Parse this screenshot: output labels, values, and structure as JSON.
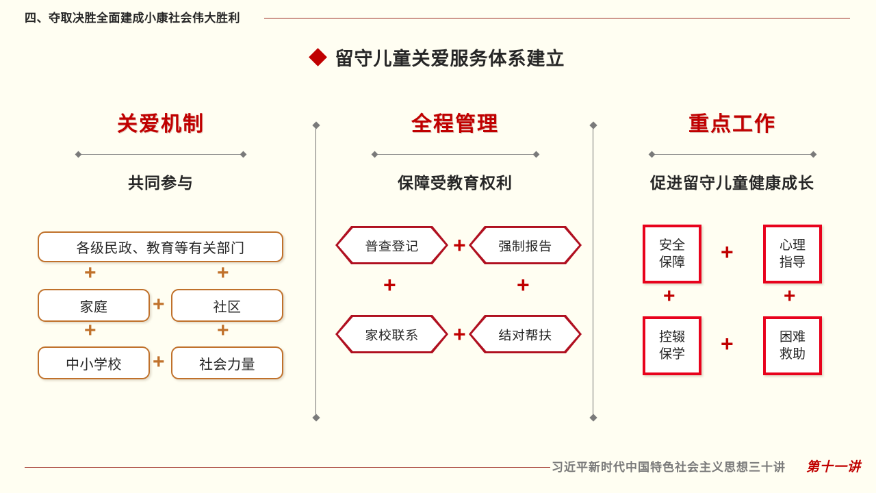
{
  "header": {
    "section_title": "四、夺取决胜全面建成小康社会伟大胜利",
    "rule_color": "#9c2b22"
  },
  "slide": {
    "bullet": "diamond-bullet",
    "title": "留守儿童关爱服务体系建立",
    "background_color": "#fffef2",
    "accent_red": "#c00000",
    "accent_orange": "#c0712b"
  },
  "columns": [
    {
      "title": "关爱机制",
      "subtitle": "共同参与",
      "shape": "rounded-box",
      "border_color": "#c0712b",
      "plus_color": "#c0712b",
      "plus_symbol": "+",
      "boxes": [
        {
          "label": "各级民政、教育等有关部门"
        },
        {
          "label": "家庭"
        },
        {
          "label": "社区"
        },
        {
          "label": "中小学校"
        },
        {
          "label": "社会力量"
        }
      ]
    },
    {
      "title": "全程管理",
      "subtitle": "保障受教育权利",
      "shape": "hexagon",
      "border_color": "#b01020",
      "plus_color": "#c00000",
      "plus_symbol": "+",
      "boxes": [
        {
          "label": "普查登记"
        },
        {
          "label": "强制报告"
        },
        {
          "label": "家校联系"
        },
        {
          "label": "结对帮扶"
        }
      ]
    },
    {
      "title": "重点工作",
      "subtitle": "促进留守儿童健康成长",
      "shape": "square",
      "border_color": "#e8021c",
      "plus_color": "#c00000",
      "plus_symbol": "+",
      "boxes": [
        {
          "line1": "安全",
          "line2": "保障"
        },
        {
          "line1": "心理",
          "line2": "指导"
        },
        {
          "line1": "控辍",
          "line2": "保学"
        },
        {
          "line1": "困难",
          "line2": "救助"
        }
      ]
    }
  ],
  "footer": {
    "book_title": "习近平新时代中国特色社会主义思想三十讲",
    "lecture": "第十一讲",
    "rule_color": "#9c2b22"
  }
}
